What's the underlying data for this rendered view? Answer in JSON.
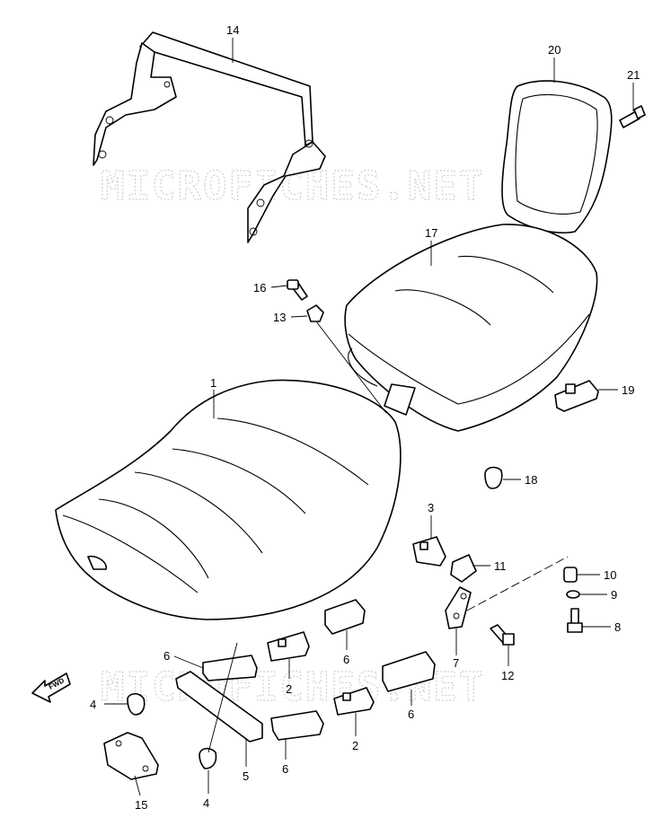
{
  "watermark": "MICROFICHES.NET",
  "fwd_label": "FWD",
  "callouts": [
    {
      "id": "c1",
      "text": "1"
    },
    {
      "id": "c2a",
      "text": "2"
    },
    {
      "id": "c2b",
      "text": "2"
    },
    {
      "id": "c3",
      "text": "3"
    },
    {
      "id": "c4a",
      "text": "4"
    },
    {
      "id": "c4b",
      "text": "4"
    },
    {
      "id": "c5",
      "text": "5"
    },
    {
      "id": "c6a",
      "text": "6"
    },
    {
      "id": "c6b",
      "text": "6"
    },
    {
      "id": "c6c",
      "text": "6"
    },
    {
      "id": "c6d",
      "text": "6"
    },
    {
      "id": "c7",
      "text": "7"
    },
    {
      "id": "c8",
      "text": "8"
    },
    {
      "id": "c9",
      "text": "9"
    },
    {
      "id": "c10",
      "text": "10"
    },
    {
      "id": "c11",
      "text": "11"
    },
    {
      "id": "c12",
      "text": "12"
    },
    {
      "id": "c13",
      "text": "13"
    },
    {
      "id": "c14",
      "text": "14"
    },
    {
      "id": "c15",
      "text": "15"
    },
    {
      "id": "c16",
      "text": "16"
    },
    {
      "id": "c17",
      "text": "17"
    },
    {
      "id": "c18",
      "text": "18"
    },
    {
      "id": "c19",
      "text": "19"
    },
    {
      "id": "c20",
      "text": "20"
    },
    {
      "id": "c21",
      "text": "21"
    }
  ]
}
